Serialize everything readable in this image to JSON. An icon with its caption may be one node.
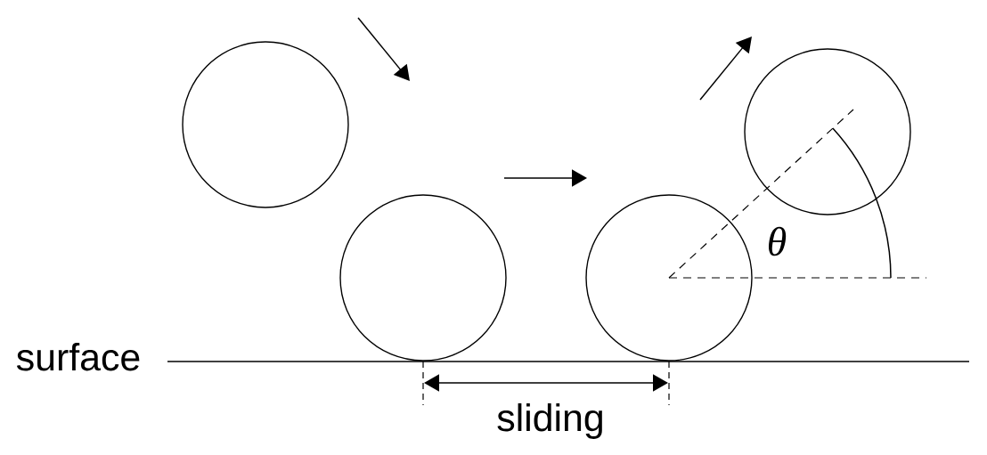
{
  "diagram": {
    "nodes": [
      {
        "text": [],
        "shape": "circle"
      },
      {
        "text": [],
        "shape": "circle"
      },
      {
        "text": [],
        "shape": "circle"
      },
      {
        "text": [],
        "shape": "circle"
      }
    ],
    "labels": [
      "θ",
      "surface",
      "sliding"
    ]
  }
}
